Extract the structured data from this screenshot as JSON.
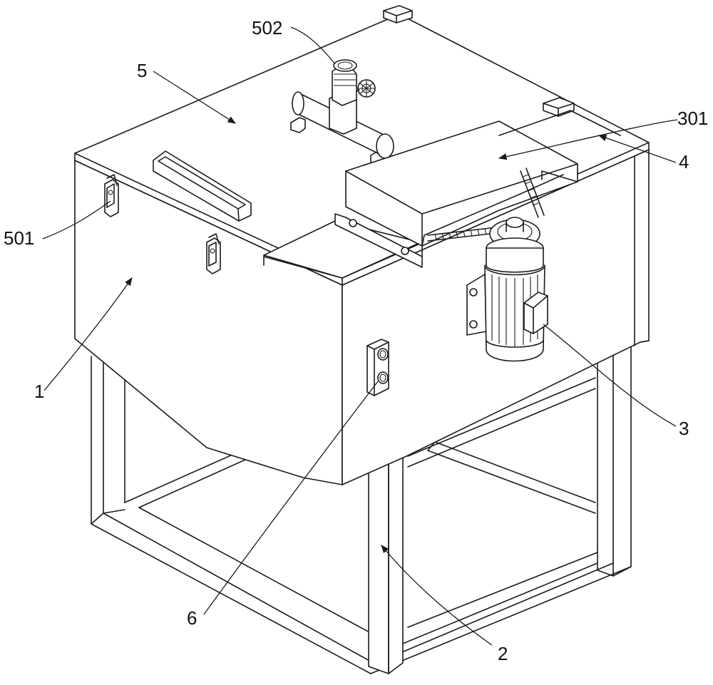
{
  "figure": {
    "labels": {
      "l1": "1",
      "l2": "2",
      "l3": "3",
      "l4": "4",
      "l5": "5",
      "l6": "6",
      "l301": "301",
      "l501": "501",
      "l502": "502"
    }
  }
}
